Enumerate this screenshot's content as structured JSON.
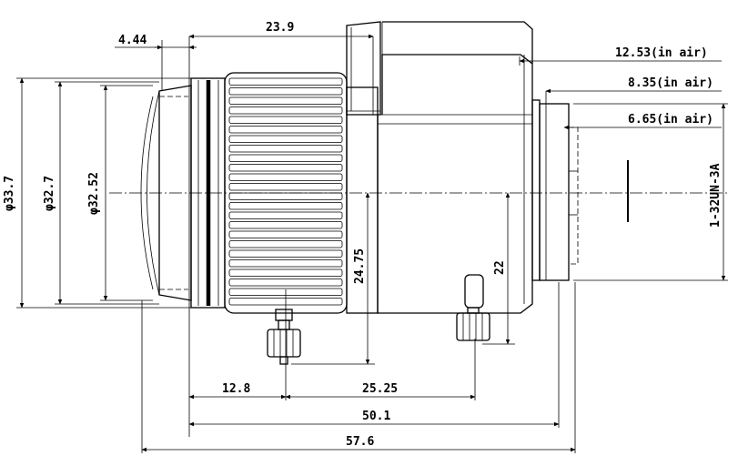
{
  "drawing": {
    "dimensions": {
      "d_4_44": "4.44",
      "d_23_9": "23.9",
      "d_12_53": "12.53(in air)",
      "d_8_35": "8.35(in air)",
      "d_6_65": "6.65(in air)",
      "d_phi_33_7": "φ33.7",
      "d_phi_32_7": "φ32.7",
      "d_phi_32_52": "φ32.52",
      "d_24_75": "24.75",
      "d_22": "22",
      "d_thread": "1-32UN-3A",
      "d_12_8": "12.8",
      "d_25_25": "25.25",
      "d_50_1": "50.1",
      "d_57_6": "57.6"
    }
  }
}
